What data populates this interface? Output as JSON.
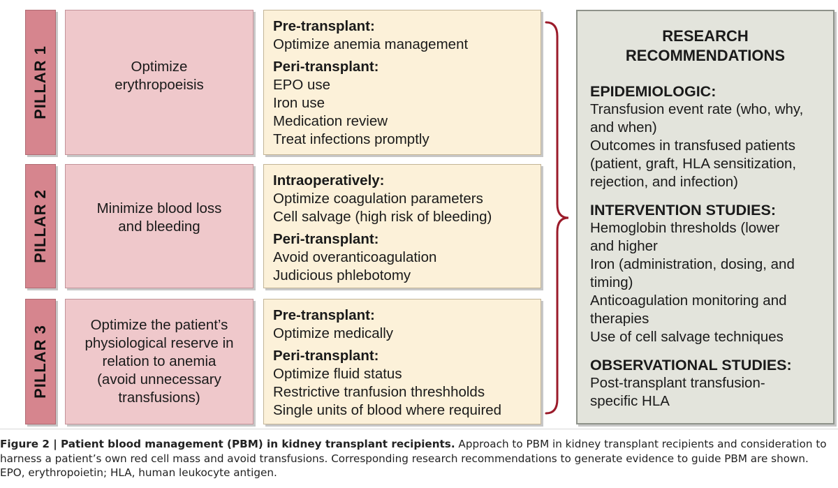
{
  "pillars": [
    {
      "tab": "PILLAR 1",
      "goal": "Optimize\nerythropoeisis",
      "groups": [
        {
          "head": "Pre-transplant:",
          "items": [
            "Optimize anemia management"
          ]
        },
        {
          "head": "Peri-transplant:",
          "items": [
            "EPO use",
            "Iron use",
            "Medication review",
            "Treat infections promptly"
          ]
        }
      ]
    },
    {
      "tab": "PILLAR 2",
      "goal": "Minimize blood loss\nand bleeding",
      "groups": [
        {
          "head": "Intraoperatively:",
          "items": [
            "Optimize coagulation parameters",
            "Cell salvage (high risk of bleeding)"
          ]
        },
        {
          "head": "Peri-transplant:",
          "items": [
            "Avoid overanticoagulation",
            "Judicious phlebotomy"
          ]
        }
      ]
    },
    {
      "tab": "PILLAR 3",
      "goal": "Optimize the patient’s\nphysiological reserve in\nrelation to anemia\n(avoid unnecessary\ntransfusions)",
      "groups": [
        {
          "head": "Pre-transplant:",
          "items": [
            "Optimize medically"
          ]
        },
        {
          "head": "Peri-transplant:",
          "items": [
            "Optimize fluid status",
            "Restrictive tranfusion threshholds",
            "Single units of blood where required"
          ]
        }
      ]
    }
  ],
  "research": {
    "title": "RESEARCH\nRECOMMENDATIONS",
    "sections": [
      {
        "head": "EPIDEMIOLOGIC:",
        "lines": [
          "Transfusion event rate (who, why,",
          "and when)",
          "Outcomes in transfused patients",
          "(patient, graft, HLA sensitization,",
          "rejection, and infection)"
        ]
      },
      {
        "head": "INTERVENTION STUDIES:",
        "lines": [
          "Hemoglobin thresholds (lower",
          "and higher",
          "Iron (administration, dosing, and",
          "timing)",
          "Anticoagulation monitoring and",
          "therapies",
          "Use of cell salvage techniques"
        ]
      },
      {
        "head": "OBSERVATIONAL STUDIES:",
        "lines": [
          "Post-transplant transfusion-",
          "specific HLA"
        ]
      }
    ]
  },
  "caption": {
    "label": "Figure 2",
    "separator": " | ",
    "title": "Patient blood management (PBM) in kidney transplant recipients.",
    "body": " Approach to PBM in kidney transplant recipients and consideration to harness a patient’s own red cell mass and avoid transfusions. Corresponding research recommendations to generate evidence to guide PBM are shown. EPO, erythropoietin; HLA, human leukocyte antigen."
  },
  "colors": {
    "tab": "#d6858e",
    "goal": "#efc8cb",
    "strategy": "#fcf1d9",
    "research": "#e3e4dc",
    "brace": "#9b1b2a"
  }
}
